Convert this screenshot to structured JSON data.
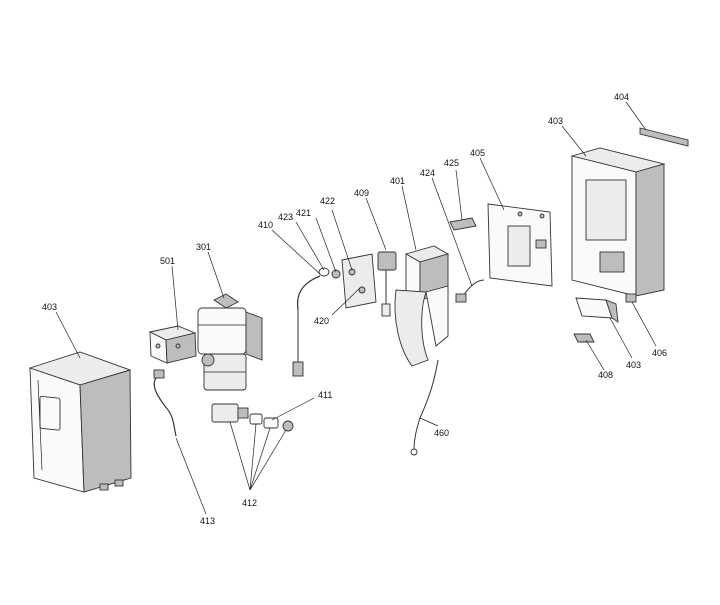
{
  "labels": {
    "l403_left": "403",
    "l501": "501",
    "l301": "301",
    "l410": "410",
    "l423": "423",
    "l421": "421",
    "l422": "422",
    "l420": "420",
    "l409": "409",
    "l401": "401",
    "l424": "424",
    "l425": "425",
    "l405": "405",
    "l403_top": "403",
    "l404": "404",
    "l406": "406",
    "l403_right": "403",
    "l408": "408",
    "l411": "411",
    "l460": "460",
    "l412": "412",
    "l413": "413"
  }
}
